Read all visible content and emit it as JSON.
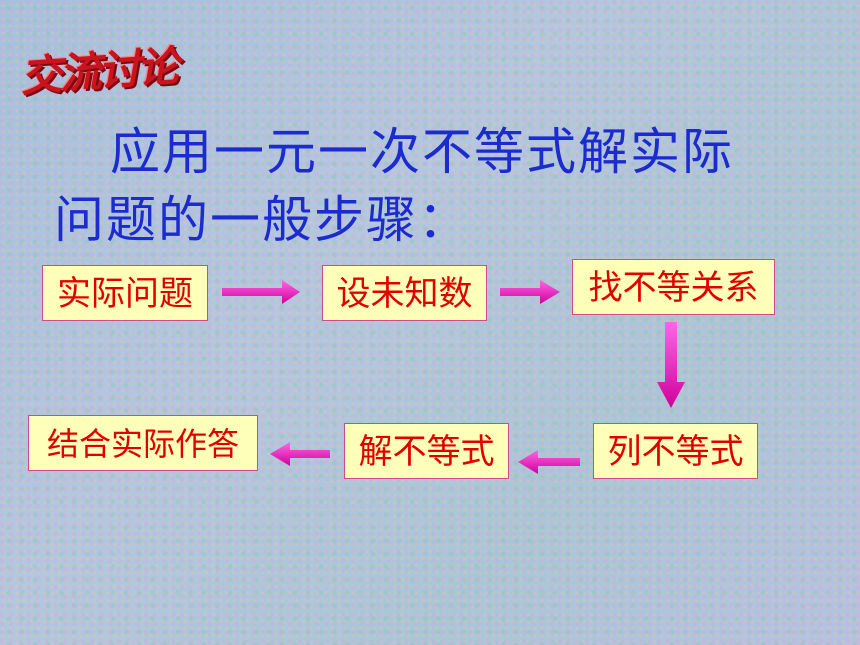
{
  "logo_text": "交流讨论",
  "heading": {
    "line1": "应用一元一次不等式解实际",
    "line2": "问题的一般步骤："
  },
  "steps": {
    "s1": "实际问题",
    "s2": "设未知数",
    "s3": "找不等关系",
    "s4": "列不等式",
    "s5": "解不等式",
    "s6": "结合实际作答"
  },
  "colors": {
    "arrow": "#f020c8",
    "box_text": "#e00000",
    "box_fill": "#feffb8",
    "heading": "#1b2bd0"
  }
}
